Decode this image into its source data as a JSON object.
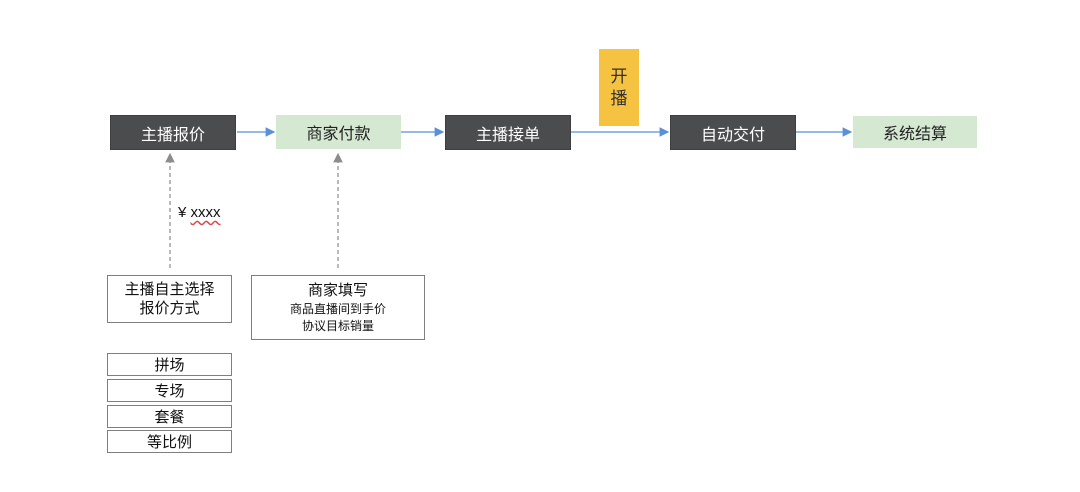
{
  "flow": {
    "step1": "主播报价",
    "step2": "商家付款",
    "step3": "主播接单",
    "step4": "自动交付",
    "step5": "系统结算"
  },
  "live_marker": [
    "开",
    "播"
  ],
  "price_label": {
    "symbol": "¥",
    "value": "xxxx"
  },
  "anchor_choice": {
    "line1": "主播自主选择",
    "line2": "报价方式"
  },
  "pricing_modes": [
    "拼场",
    "专场",
    "套餐",
    "等比例"
  ],
  "merchant_input": {
    "title": "商家填写",
    "line1": "商品直播间到手价",
    "line2": "协议目标销量"
  },
  "colors": {
    "dark_box": "#4a4c4e",
    "green_box": "#d5e8d1",
    "yellow_box": "#f5c242",
    "flow_arrow": "#5b8fd6",
    "dashed_arrow": "#8c8c8c"
  }
}
